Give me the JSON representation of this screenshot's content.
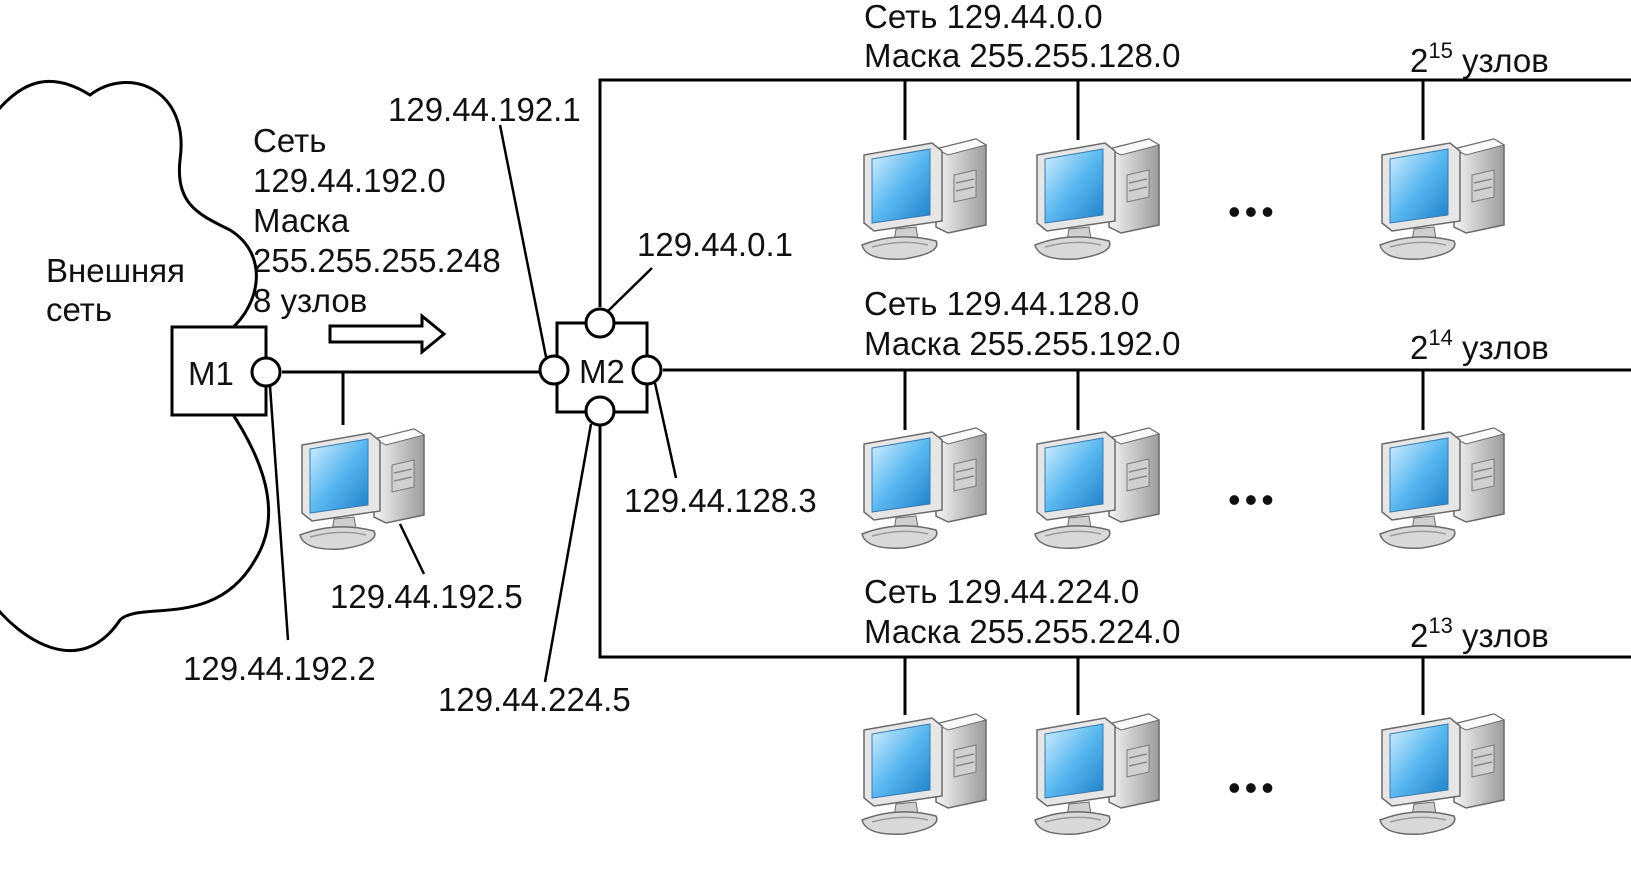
{
  "external_network": {
    "line1": "Внешняя",
    "line2": "сеть"
  },
  "router_m1": {
    "label": "M1"
  },
  "router_m2": {
    "label": "M2"
  },
  "subnet_192": {
    "line1": "Сеть",
    "line2": "129.44.192.0",
    "line3": "Маска",
    "line4": "255.255.255.248",
    "line5": "8 узлов"
  },
  "subnet_0": {
    "network": "Сеть 129.44.0.0",
    "mask": "Маска 255.255.128.0",
    "hosts_base": "2",
    "hosts_exp": "15",
    "hosts_word": " узлов"
  },
  "subnet_128": {
    "network": "Сеть 129.44.128.0",
    "mask": "Маска 255.255.192.0",
    "hosts_base": "2",
    "hosts_exp": "14",
    "hosts_word": " узлов"
  },
  "subnet_224": {
    "network": "Сеть 129.44.224.0",
    "mask": "Маска 255.255.224.0",
    "hosts_base": "2",
    "hosts_exp": "13",
    "hosts_word": " узлов"
  },
  "addresses": {
    "m2_top_left": "129.44.192.1",
    "m2_port_0": "129.44.0.1",
    "m2_port_128": "129.44.128.3",
    "m2_port_224": "129.44.224.5",
    "m1_port": "129.44.192.2",
    "host_192": "129.44.192.5"
  },
  "ellipsis": "•••",
  "colors": {
    "line": "#000000",
    "screen": "#7cc8f2",
    "case": "#e2e2e2",
    "case_shadow": "#9a9a9a"
  }
}
